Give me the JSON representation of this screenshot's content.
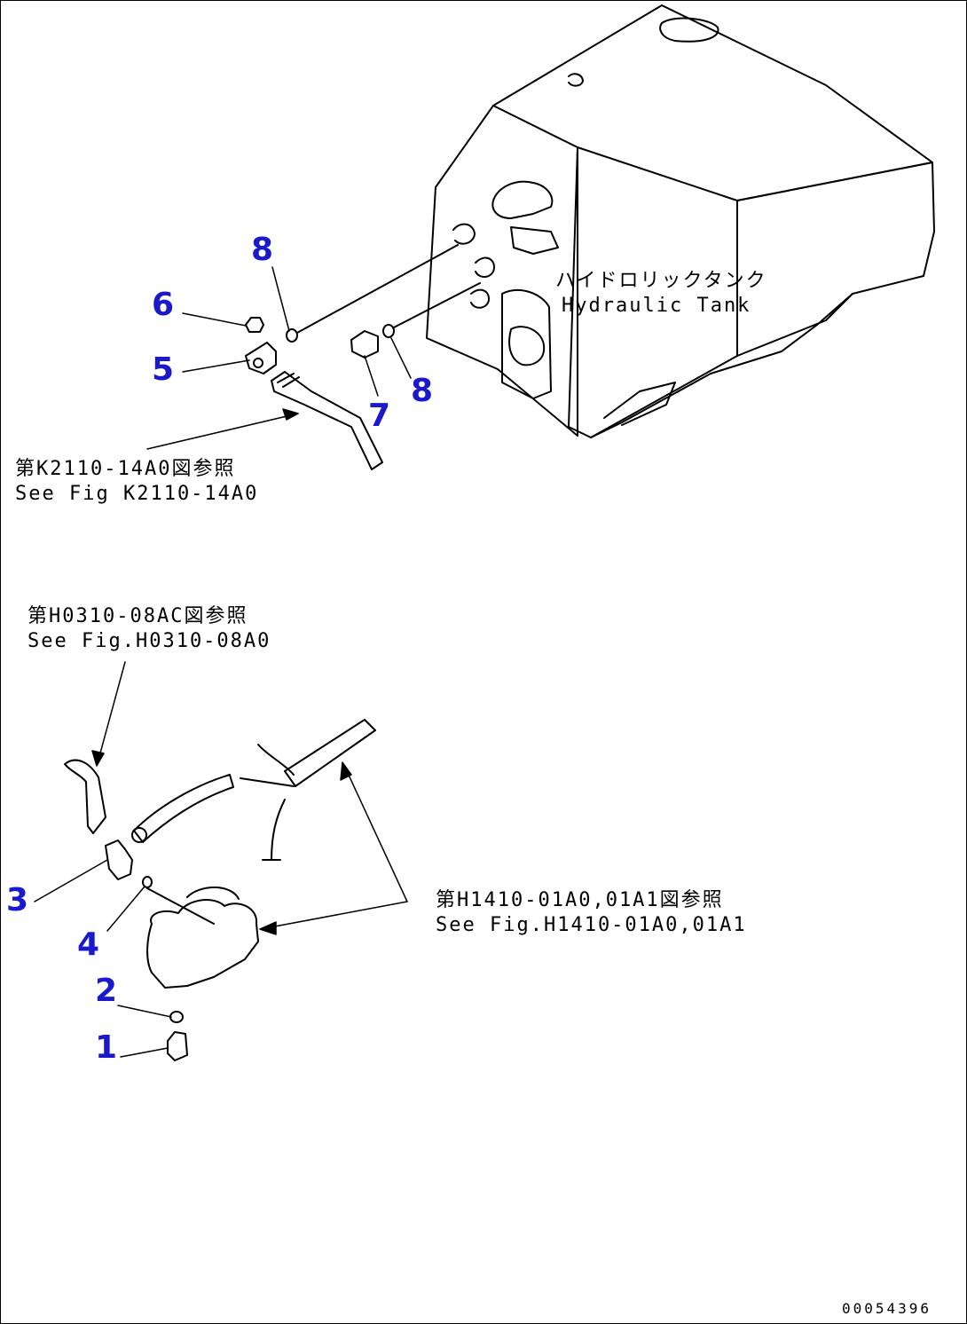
{
  "callouts": {
    "c1": "1",
    "c2": "2",
    "c3": "3",
    "c4": "4",
    "c5": "5",
    "c6": "6",
    "c7": "7",
    "c8a": "8",
    "c8b": "8"
  },
  "tank": {
    "jp": "ハイドロリックタンク",
    "en": "Hydraulic Tank"
  },
  "refs": {
    "k2110_jp": "第K2110-14A0図参照",
    "k2110_en": "See Fig K2110-14A0",
    "h0310_jp": "第H0310-08AC図参照",
    "h0310_en": "See Fig.H0310-08A0",
    "h1410_jp": "第H1410-01A0,01A1図参照",
    "h1410_en": "See Fig.H1410-01A0,01A1"
  },
  "drawing_code": "00054396",
  "colors": {
    "callout": "#1a1acc",
    "line": "#000000"
  }
}
